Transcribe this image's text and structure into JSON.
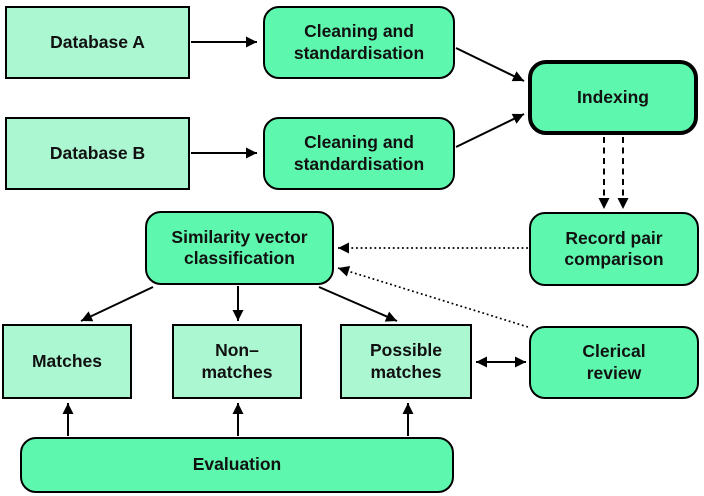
{
  "colors": {
    "background": "#ffffff",
    "box_bright": "#5ef7ae",
    "box_pale": "#aaf7d2",
    "border": "#000000",
    "text": "#111111"
  },
  "nodes": {
    "database_a": {
      "label": "Database A",
      "shape": "rectangle"
    },
    "cleaning_a": {
      "label": "Cleaning and\nstandardisation",
      "shape": "rounded"
    },
    "database_b": {
      "label": "Database B",
      "shape": "rectangle"
    },
    "cleaning_b": {
      "label": "Cleaning and\nstandardisation",
      "shape": "rounded"
    },
    "indexing": {
      "label": "Indexing",
      "shape": "rounded-thick-border"
    },
    "record_pair": {
      "label": "Record pair\ncomparison",
      "shape": "rounded"
    },
    "similarity": {
      "label": "Similarity vector\nclassification",
      "shape": "rounded"
    },
    "matches": {
      "label": "Matches",
      "shape": "rectangle"
    },
    "non_matches": {
      "label": "Non–\nmatches",
      "shape": "rectangle"
    },
    "possible_matches": {
      "label": "Possible\nmatches",
      "shape": "rectangle"
    },
    "clerical_review": {
      "label": "Clerical\nreview",
      "shape": "rounded"
    },
    "evaluation": {
      "label": "Evaluation",
      "shape": "rounded"
    }
  },
  "edges": [
    {
      "from": "database_a",
      "to": "cleaning_a",
      "style": "solid-arrow"
    },
    {
      "from": "database_b",
      "to": "cleaning_b",
      "style": "solid-arrow"
    },
    {
      "from": "cleaning_a",
      "to": "indexing",
      "style": "solid-arrow"
    },
    {
      "from": "cleaning_b",
      "to": "indexing",
      "style": "solid-arrow"
    },
    {
      "from": "indexing",
      "to": "record_pair",
      "style": "two-parallel-dashed-arrows"
    },
    {
      "from": "record_pair",
      "to": "similarity",
      "style": "dotted-arrow"
    },
    {
      "from": "clerical_review",
      "to": "similarity",
      "style": "dotted-arrow"
    },
    {
      "from": "similarity",
      "to": "matches",
      "style": "solid-arrow"
    },
    {
      "from": "similarity",
      "to": "non_matches",
      "style": "solid-arrow"
    },
    {
      "from": "similarity",
      "to": "possible_matches",
      "style": "solid-arrow"
    },
    {
      "from": "possible_matches",
      "to": "clerical_review",
      "style": "solid-double-arrow"
    },
    {
      "from": "evaluation",
      "to": "matches",
      "style": "solid-arrow"
    },
    {
      "from": "evaluation",
      "to": "non_matches",
      "style": "solid-arrow"
    },
    {
      "from": "evaluation",
      "to": "possible_matches",
      "style": "solid-arrow"
    }
  ]
}
